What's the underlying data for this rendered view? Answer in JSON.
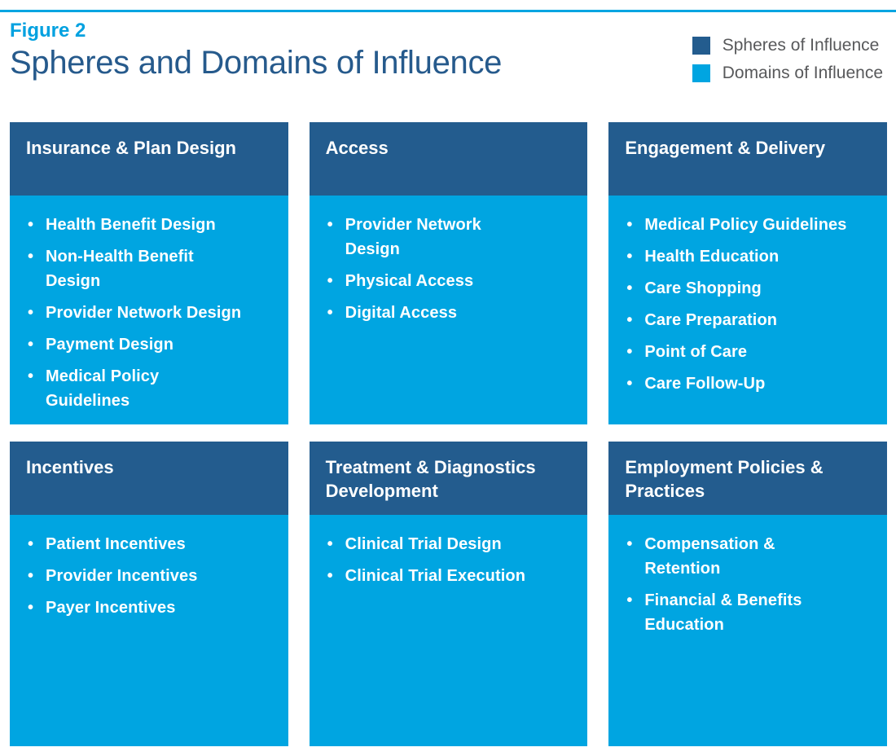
{
  "figure": {
    "label": "Figure 2",
    "title": "Spheres and Domains of Influence"
  },
  "legend": [
    {
      "label": "Spheres of Influence",
      "color": "#235c8e"
    },
    {
      "label": "Domains of Influence",
      "color": "#00a5e1"
    }
  ],
  "colors": {
    "sphere": "#235c8e",
    "domain": "#00a5e1",
    "rule": "#00a5e1",
    "figure_label": "#00a1e0",
    "title": "#265a8c",
    "legend_text": "#58595b"
  },
  "bullet_glyph": "•",
  "cards": [
    {
      "title": "Insurance & Plan Design",
      "items": [
        "Health Benefit Design",
        "Non-Health Benefit\nDesign",
        "Provider Network Design",
        "Payment Design",
        "Medical Policy\nGuidelines"
      ]
    },
    {
      "title": "Access",
      "items": [
        "Provider Network\nDesign",
        "Physical Access",
        "Digital Access"
      ]
    },
    {
      "title": "Engagement & Delivery",
      "items": [
        "Medical Policy Guidelines",
        "Health Education",
        "Care Shopping",
        "Care Preparation",
        "Point of Care",
        "Care Follow-Up"
      ]
    },
    {
      "title": "Incentives",
      "items": [
        "Patient Incentives",
        "Provider Incentives",
        "Payer Incentives"
      ]
    },
    {
      "title": "Treatment & Diagnostics Development",
      "items": [
        "Clinical Trial Design",
        "Clinical Trial Execution"
      ]
    },
    {
      "title": "Employment Policies & Practices",
      "items": [
        "Compensation &\nRetention",
        "Financial & Benefits\nEducation"
      ]
    }
  ]
}
